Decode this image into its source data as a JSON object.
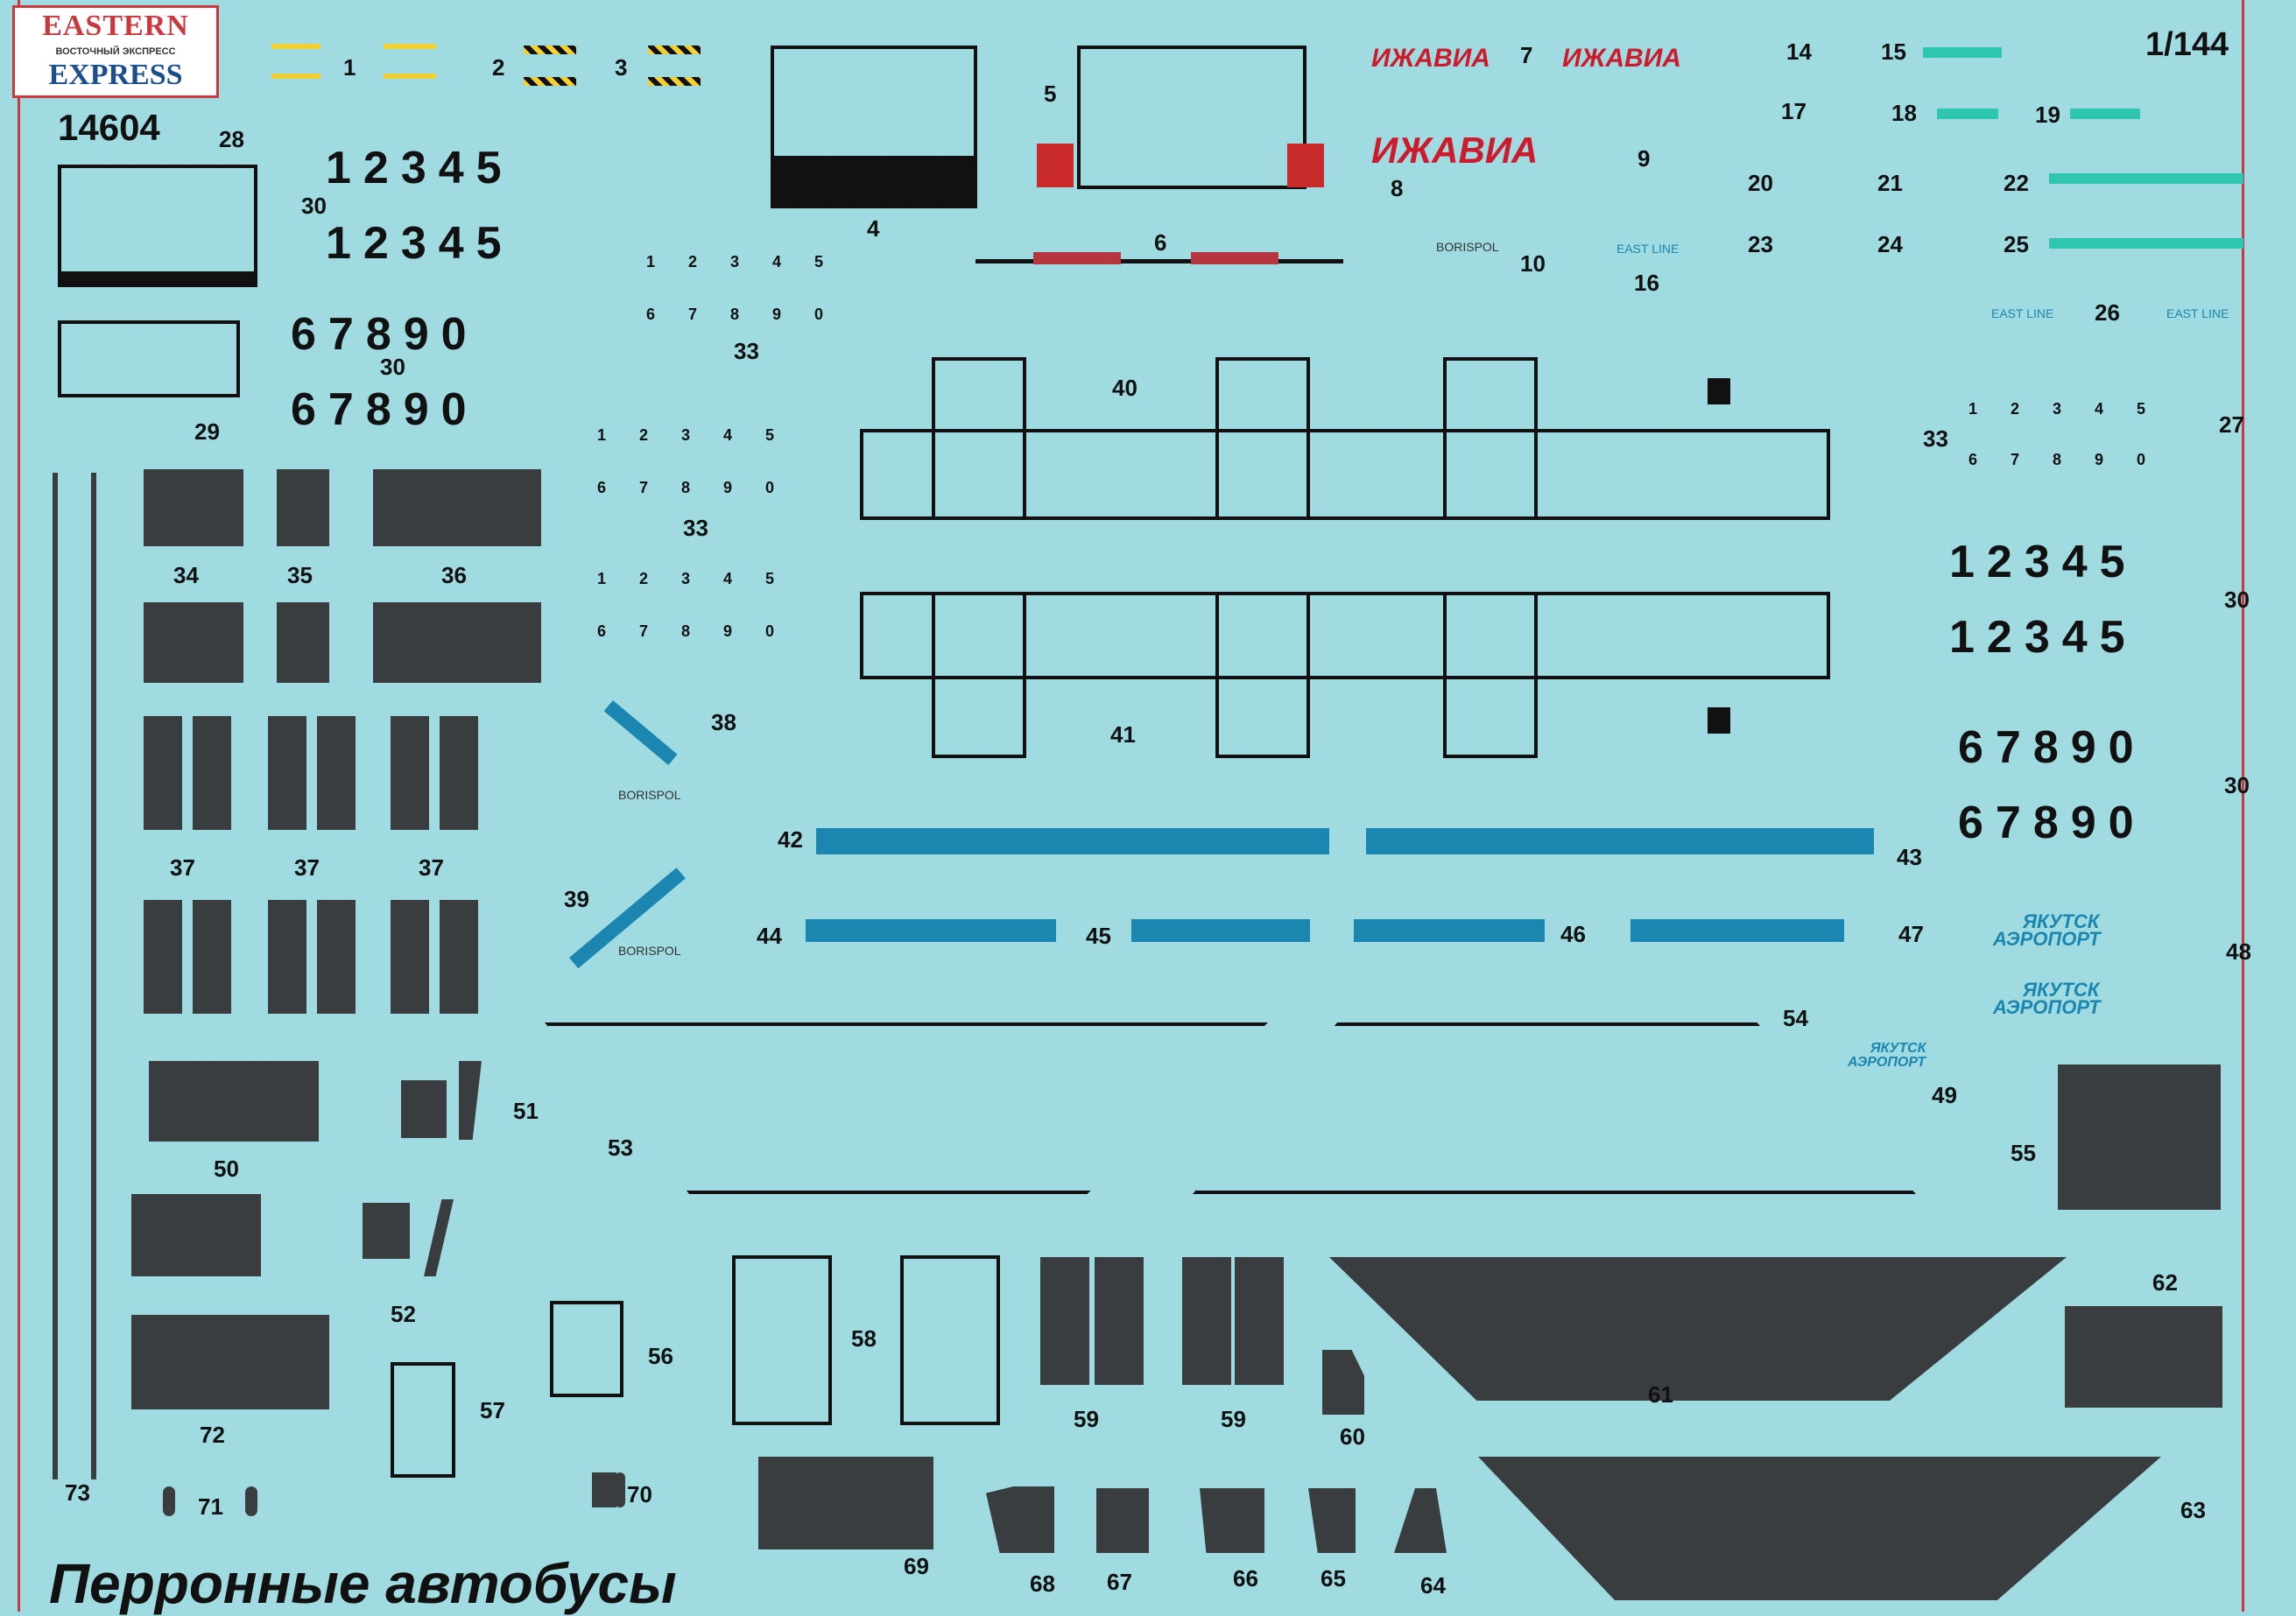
{
  "logo": {
    "line1": "EASTERN",
    "line2": "ВОСТОЧНЫЙ ЭКСПРЕСС",
    "line3": "EXPRESS"
  },
  "kit_number": "14604",
  "scale": "1/144",
  "subject": "Перронные автобусы",
  "brands": {
    "izhavia": "ИЖАВИА",
    "borispol": "BORISPOL",
    "east_line": "EAST LINE",
    "yakutsk": "ЯКУТСК",
    "airport": "АЭРОПОРТ"
  },
  "digits": {
    "row_a": "12345",
    "row_b": "67890"
  },
  "labels": [
    "1",
    "2",
    "3",
    "4",
    "5",
    "6",
    "7",
    "8",
    "9",
    "10",
    "14",
    "15",
    "16",
    "17",
    "18",
    "19",
    "20",
    "21",
    "22",
    "23",
    "24",
    "25",
    "26",
    "27",
    "28",
    "29",
    "30",
    "33",
    "34",
    "35",
    "36",
    "37",
    "38",
    "39",
    "40",
    "41",
    "42",
    "43",
    "44",
    "45",
    "46",
    "47",
    "48",
    "49",
    "50",
    "51",
    "52",
    "53",
    "54",
    "55",
    "56",
    "57",
    "58",
    "59",
    "60",
    "61",
    "62",
    "63",
    "64",
    "65",
    "66",
    "67",
    "68",
    "69",
    "70",
    "71",
    "72",
    "73"
  ],
  "colors": {
    "background": "#9fdbe0",
    "decal_black": "#3a3d3f",
    "blue_stripe": "#1b86b0",
    "teal_stripe": "#2fc6b0",
    "red_text": "#cc1b2c",
    "border_red": "#c93a40"
  }
}
